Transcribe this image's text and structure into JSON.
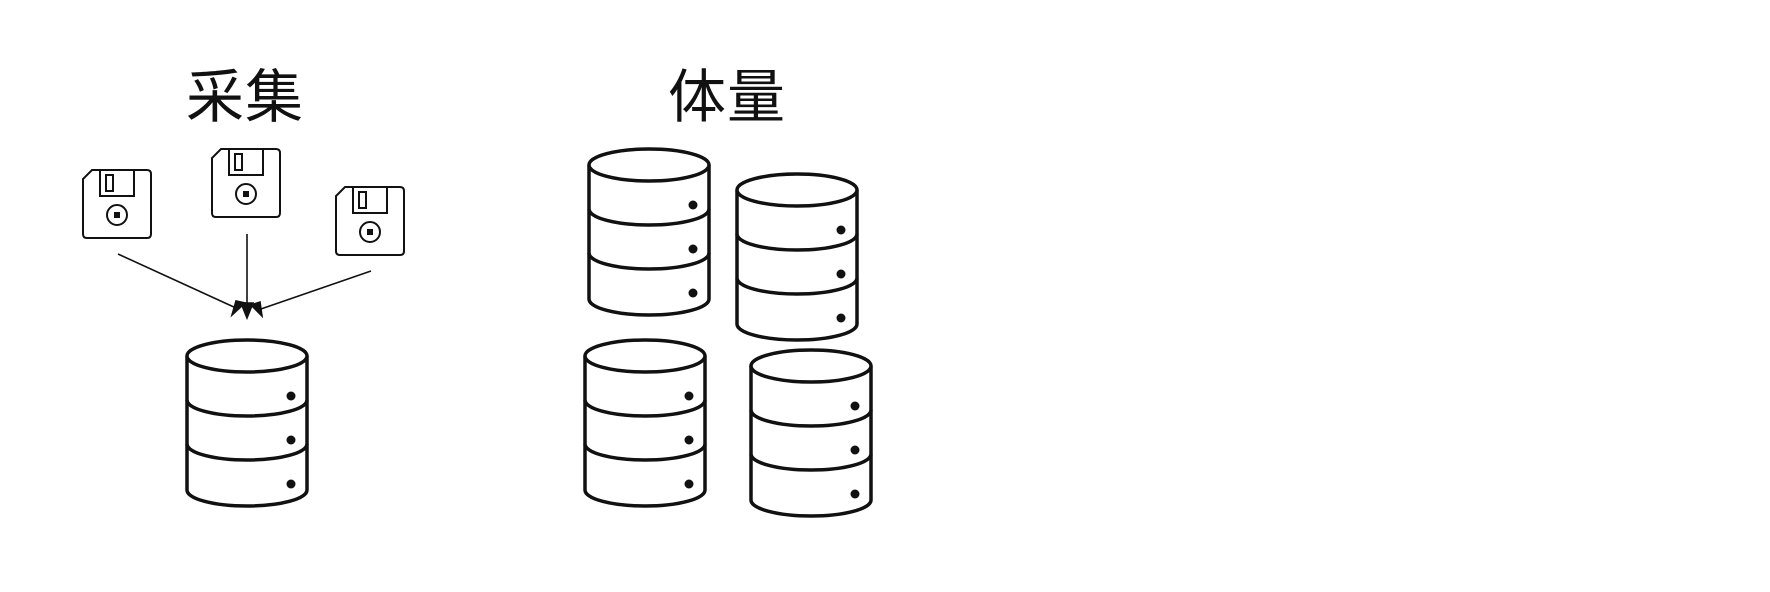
{
  "sections": {
    "collect": {
      "title": "采集",
      "source_icon": "floppy-disk-icon",
      "source_count": 3,
      "target_icon": "database-icon"
    },
    "volume": {
      "title": "体量",
      "icon": "database-icon",
      "count": 4
    }
  },
  "colors": {
    "stroke": "#111111",
    "background": "#ffffff"
  }
}
